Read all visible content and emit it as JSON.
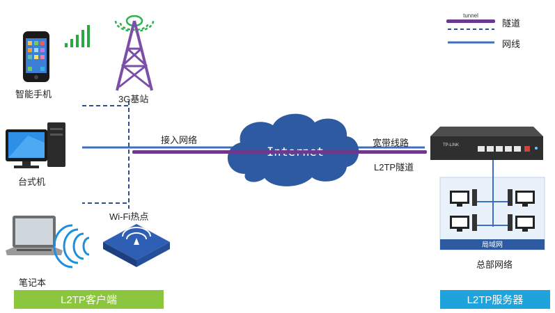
{
  "legend": {
    "tunnel_tag": "tunnel",
    "tunnel_label": "隧道",
    "network_line_label": "网线",
    "colors": {
      "tunnel": "#6b3a8f",
      "dashed": "#2b4f8f",
      "network_line": "#3a6fc1"
    }
  },
  "devices": {
    "smartphone": "智能手机",
    "base_station": "3G基站",
    "desktop": "台式机",
    "wifi_hotspot": "Wi-Fi热点",
    "laptop": "笔记本"
  },
  "links": {
    "access_network": "接入网络",
    "broadband_line": "宽带线路",
    "l2tp_tunnel": "L2TP隧道"
  },
  "internet_cloud": {
    "label": "Internet",
    "color": "#2d5aa0"
  },
  "hq": {
    "lan_label": "局域网",
    "network_label": "总部网络",
    "router_brand": "TP-LINK"
  },
  "bottom_bars": {
    "client": {
      "label": "L2TP客户端",
      "color": "#8cc63f"
    },
    "server": {
      "label": "L2TP服务器",
      "color": "#1fa3dc"
    }
  }
}
